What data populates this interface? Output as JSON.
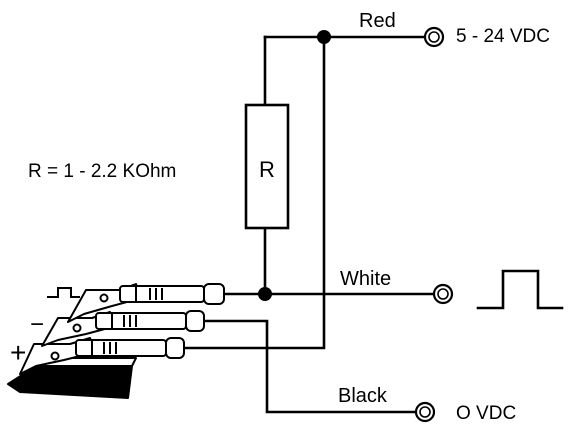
{
  "labels": {
    "red": "Red",
    "white": "White",
    "black": "Black",
    "supply": "5 - 24 VDC",
    "ground": "O VDC",
    "resistor_value": "R = 1 - 2.2 KOhm",
    "resistor_symbol": "R",
    "pulse_symbol": "⎍",
    "minus_symbol": "−",
    "plus_symbol": "+"
  },
  "colors": {
    "line": "#000000",
    "background": "#ffffff"
  }
}
